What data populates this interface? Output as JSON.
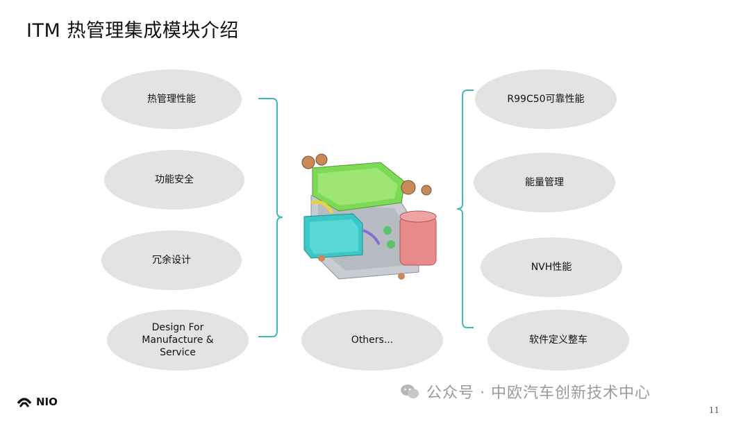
{
  "title": "ITM 热管理集成模块介绍",
  "left_items": [
    {
      "label": "热管理性能"
    },
    {
      "label": "功能安全"
    },
    {
      "label": "冗余设计"
    },
    {
      "label": "Design For\nManufacture &\nService"
    }
  ],
  "center_item": {
    "label": "Others..."
  },
  "right_items": [
    {
      "label": "R99C50可靠性能"
    },
    {
      "label": "能量管理"
    },
    {
      "label": "NVH性能"
    },
    {
      "label": "软件定义整车"
    }
  ],
  "logo": {
    "text": "NIO"
  },
  "watermark": {
    "text": "公众号 · 中欧汽车创新技术中心"
  },
  "page_number": "11",
  "colors": {
    "ellipse_fill": "#e3e3e3",
    "bracket_stroke": "#3fb8b0",
    "module_green": "#7ed957",
    "module_teal": "#3cc8c8",
    "module_red": "#e88a8a"
  }
}
